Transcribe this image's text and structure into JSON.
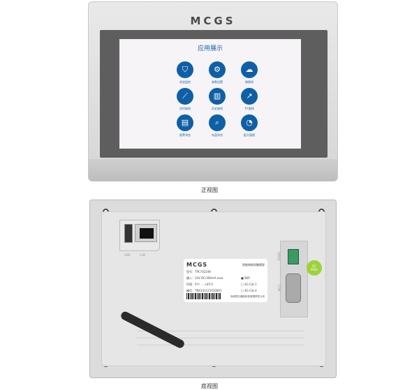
{
  "front": {
    "logo": "MCGS",
    "screen_title": "应用展示",
    "apps": [
      {
        "label": "状态监控",
        "icon": "shield-icon"
      },
      {
        "label": "参数设置",
        "icon": "gear-icon"
      },
      {
        "label": "物联网",
        "icon": "cloud-icon"
      },
      {
        "label": "实时曲线",
        "icon": "line-nodes-icon"
      },
      {
        "label": "历史曲线",
        "icon": "bar-chart-icon"
      },
      {
        "label": "XY曲线",
        "icon": "trend-icon"
      },
      {
        "label": "报警浏览",
        "icon": "document-icon"
      },
      {
        "label": "存盘浏览",
        "icon": "search-document-icon"
      },
      {
        "label": "配方管理",
        "icon": "pie-chart-icon"
      }
    ],
    "caption": "正视图"
  },
  "back": {
    "usb": "USB",
    "lan": "LAN",
    "power": "24VDC",
    "com": "COM",
    "qc": [
      "QC",
      "PASS"
    ],
    "label": {
      "logo": "MCGS",
      "product": "智能物联网触摸屏",
      "model": "型号：TPC7021Wi",
      "input": "输入：24V DC/300mA max",
      "env": "环境：0℃ … +45℃",
      "serial": "编号：TN4141121010001",
      "opt1": "WiFi",
      "opt2": "4G Cat.1",
      "opt3": "4G Cat.4",
      "company": "深圳昆仑通态科技有限责任公司"
    },
    "caption": "底视图"
  }
}
